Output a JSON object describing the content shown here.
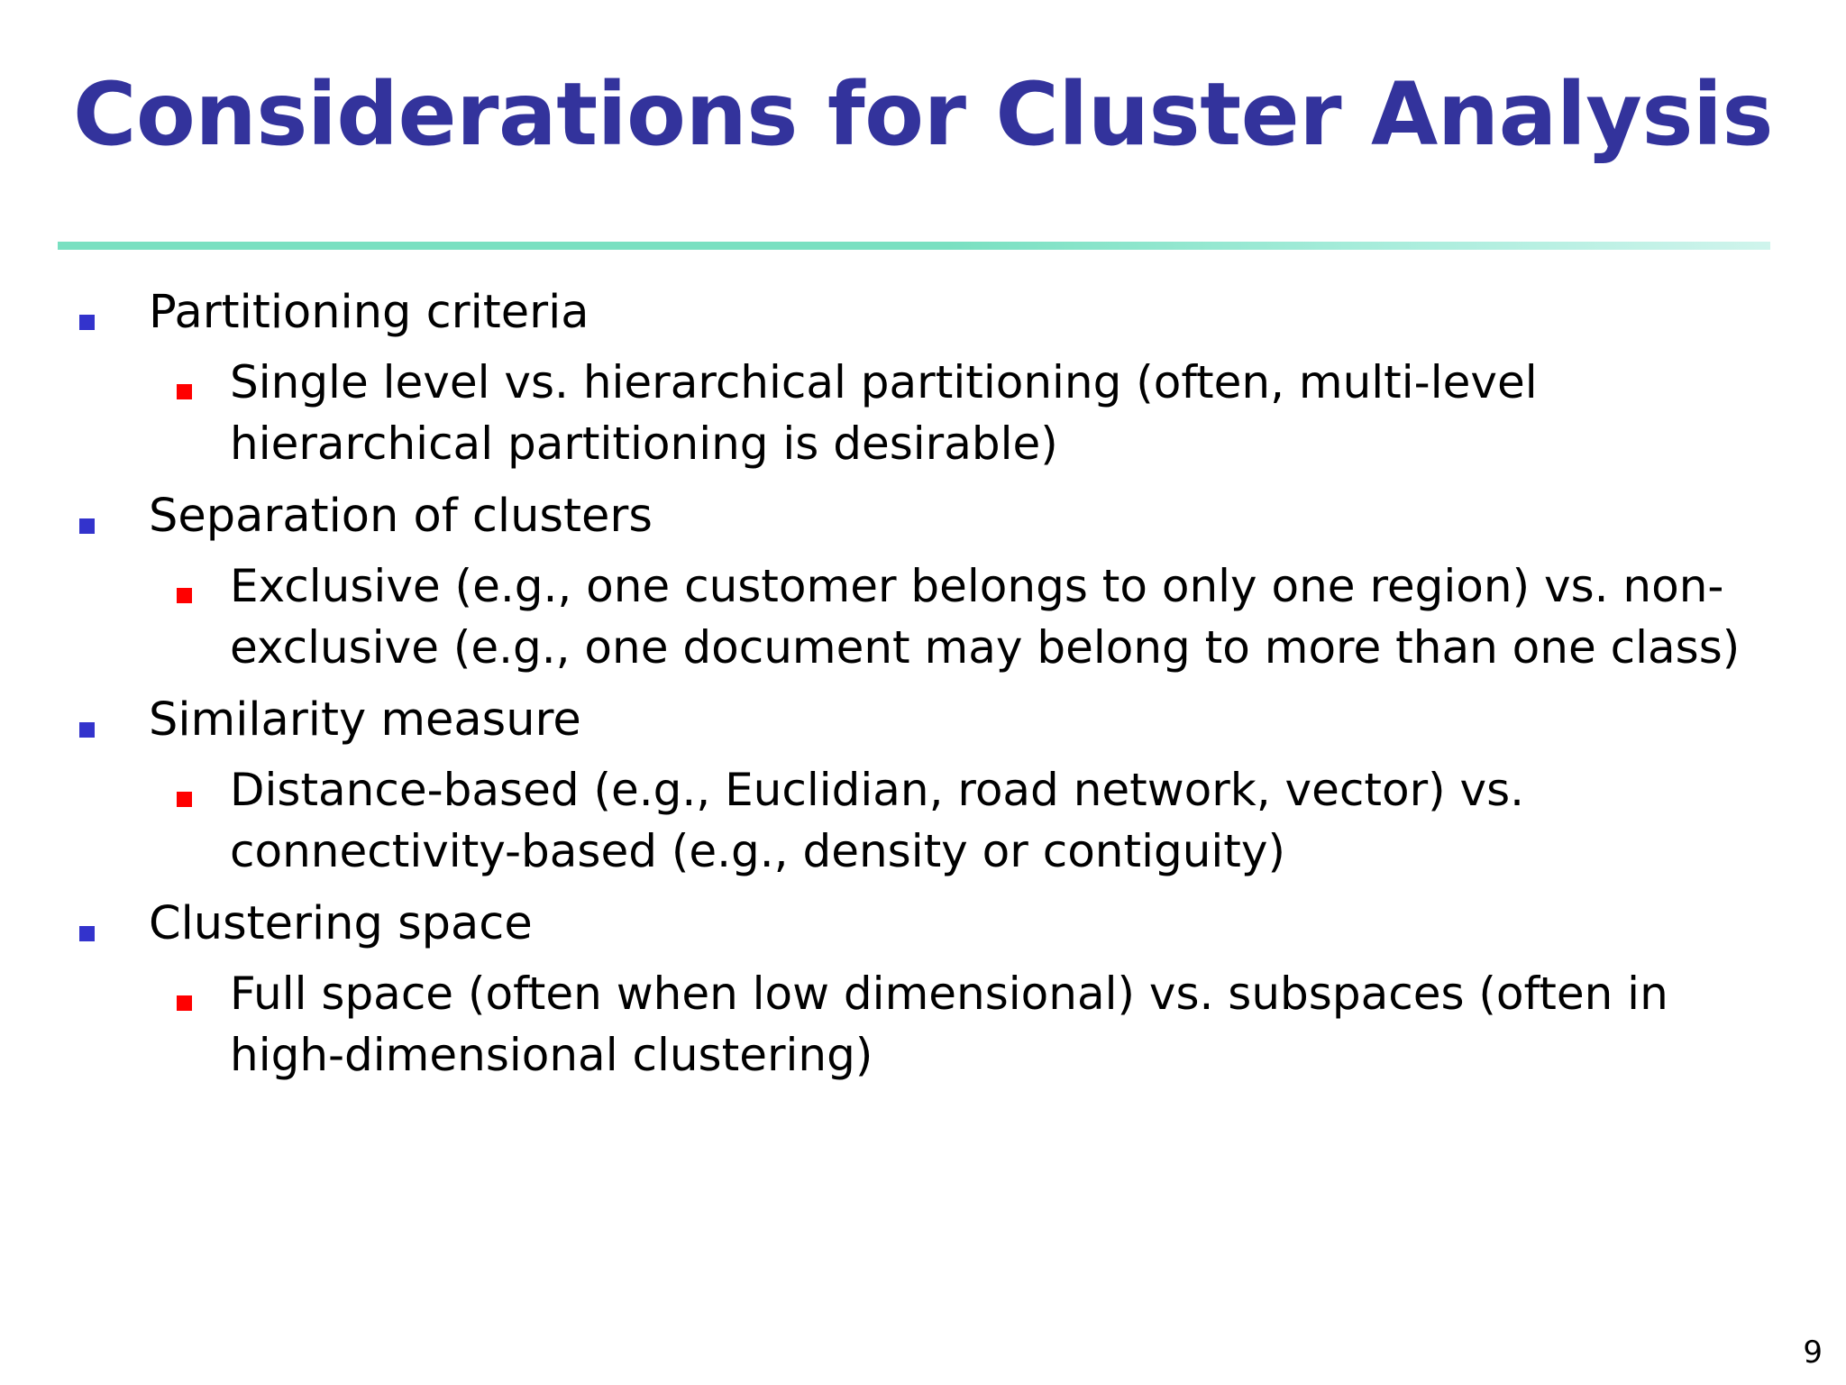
{
  "slide": {
    "title": "Considerations for Cluster Analysis",
    "page_number": "9",
    "colors": {
      "title": "#33339C",
      "rule": "#79E0C1",
      "bullet_level1": "#3333CC",
      "bullet_level2": "#FF0000",
      "body_text": "#000000",
      "background": "#FFFFFF"
    },
    "bullets": [
      {
        "level": 1,
        "text": "Partitioning criteria"
      },
      {
        "level": 2,
        "text": "Single level vs. hierarchical partitioning (often, multi-level hierarchical partitioning is desirable)"
      },
      {
        "level": 1,
        "text": "Separation of clusters"
      },
      {
        "level": 2,
        "text": "Exclusive (e.g., one customer belongs to only one region) vs. non-exclusive (e.g., one document may belong to more than one class)"
      },
      {
        "level": 1,
        "text": "Similarity measure"
      },
      {
        "level": 2,
        "text": "Distance-based (e.g., Euclidian, road network, vector)  vs. connectivity-based (e.g., density or contiguity)"
      },
      {
        "level": 1,
        "text": "Clustering space"
      },
      {
        "level": 2,
        "text": "Full space (often when low dimensional) vs. subspaces (often in high-dimensional clustering)"
      }
    ]
  }
}
